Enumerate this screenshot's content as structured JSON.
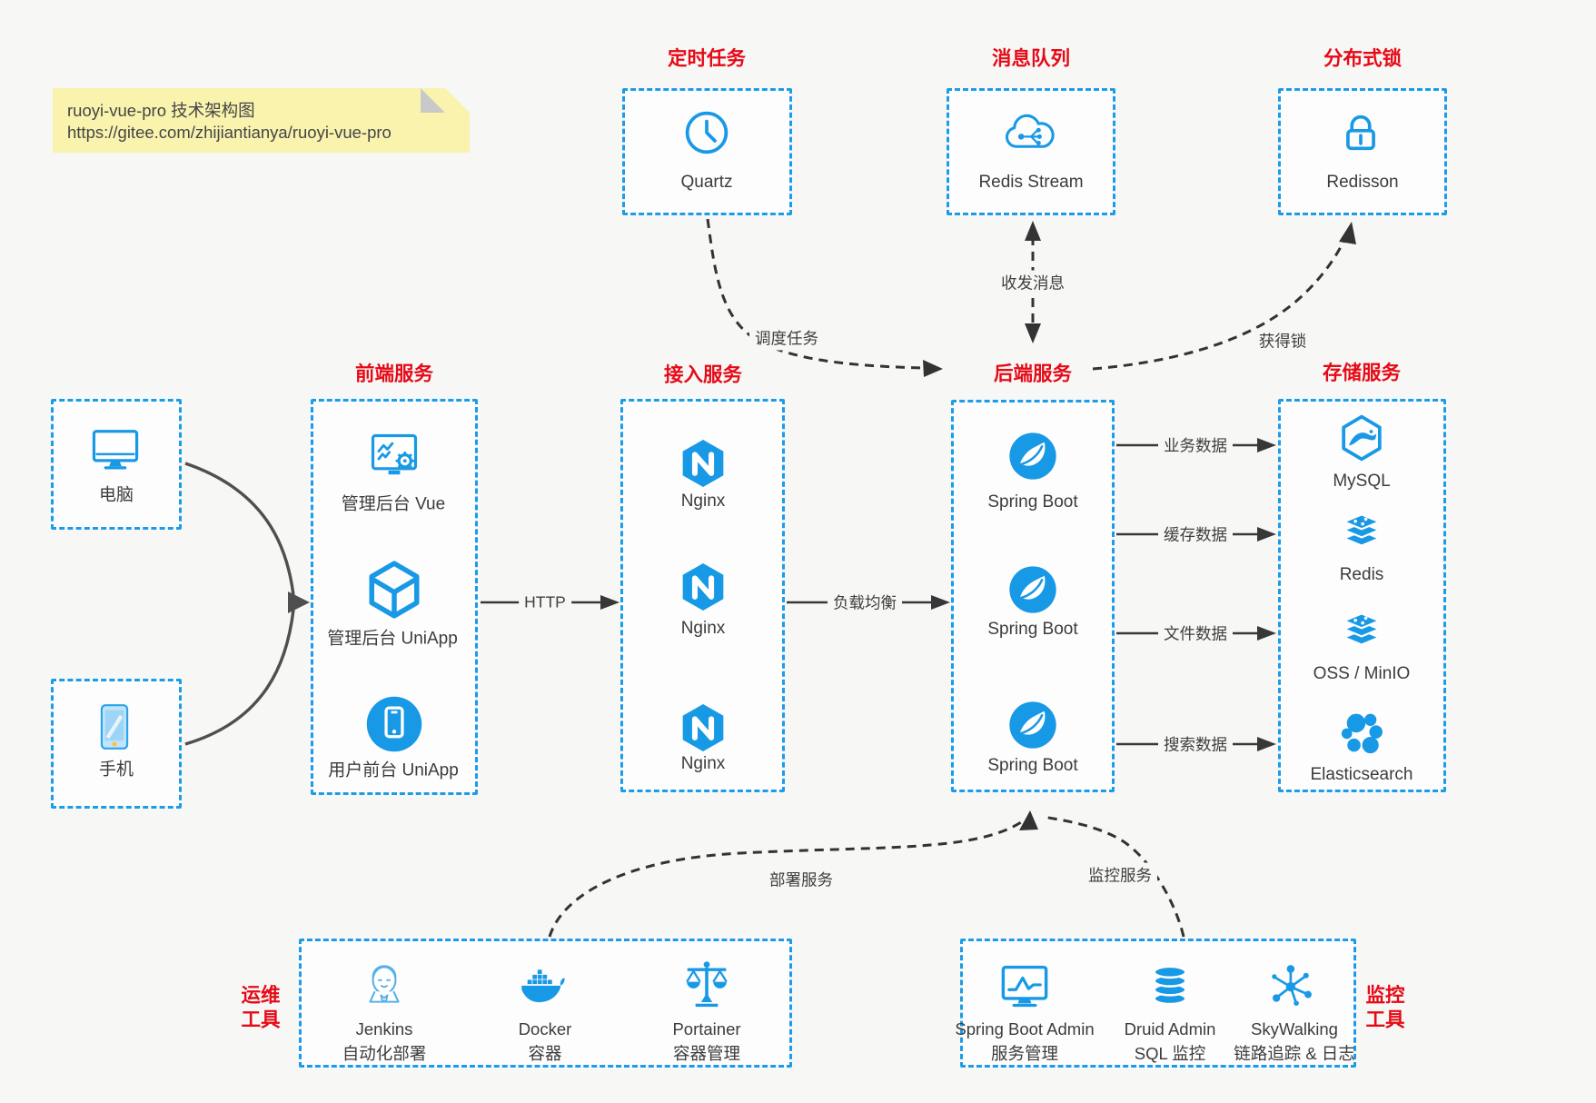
{
  "note": {
    "line1": "ruoyi-vue-pro 技术架构图",
    "line2": "https://gitee.com/zhijiantianya/ruoyi-vue-pro"
  },
  "groups": {
    "scheduler": {
      "title": "定时任务",
      "item": "Quartz"
    },
    "mq": {
      "title": "消息队列",
      "item": "Redis Stream"
    },
    "lock": {
      "title": "分布式锁",
      "item": "Redisson"
    },
    "frontend": {
      "title": "前端服务",
      "items": [
        "管理后台 Vue",
        "管理后台 UniApp",
        "用户前台 UniApp"
      ]
    },
    "gateway": {
      "title": "接入服务",
      "items": [
        "Nginx",
        "Nginx",
        "Nginx"
      ]
    },
    "backend": {
      "title": "后端服务",
      "items": [
        "Spring Boot",
        "Spring Boot",
        "Spring Boot"
      ]
    },
    "storage": {
      "title": "存储服务",
      "items": [
        "MySQL",
        "Redis",
        "OSS / MinIO",
        "Elasticsearch"
      ]
    },
    "clients": {
      "computer": "电脑",
      "phone": "手机"
    },
    "devops": {
      "title_line1": "运维",
      "title_line2": "工具",
      "items": [
        {
          "name": "Jenkins",
          "desc": "自动化部署"
        },
        {
          "name": "Docker",
          "desc": "容器"
        },
        {
          "name": "Portainer",
          "desc": "容器管理"
        }
      ]
    },
    "monitor": {
      "title_line1": "监控",
      "title_line2": "工具",
      "items": [
        {
          "name": "Spring Boot Admin",
          "desc": "服务管理"
        },
        {
          "name": "Druid Admin",
          "desc": "SQL 监控"
        },
        {
          "name": "SkyWalking",
          "desc": "链路追踪 & 日志"
        }
      ]
    }
  },
  "edges": {
    "http": "HTTP",
    "lb": "负载均衡",
    "biz": "业务数据",
    "cache": "缓存数据",
    "file": "文件数据",
    "search": "搜索数据",
    "schedule": "调度任务",
    "message": "收发消息",
    "getlock": "获得锁",
    "deploy": "部署服务",
    "monitor_svc": "监控服务"
  },
  "colors": {
    "blue": "#1899e6",
    "red": "#e60a17",
    "text": "#3c3c3c",
    "note_bg": "#faf3ae",
    "background": "#f7f7f6"
  }
}
